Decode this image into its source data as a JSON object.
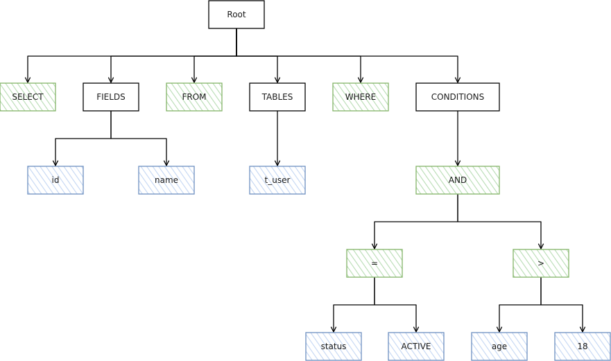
{
  "diagram": {
    "type": "tree",
    "nodes": [
      {
        "id": "root",
        "label": "Root",
        "style": "plain",
        "parent": null
      },
      {
        "id": "select",
        "label": "SELECT",
        "style": "keyword",
        "parent": "root"
      },
      {
        "id": "fields",
        "label": "FIELDS",
        "style": "plain",
        "parent": "root"
      },
      {
        "id": "from",
        "label": "FROM",
        "style": "keyword",
        "parent": "root"
      },
      {
        "id": "tables",
        "label": "TABLES",
        "style": "plain",
        "parent": "root"
      },
      {
        "id": "where",
        "label": "WHERE",
        "style": "keyword",
        "parent": "root"
      },
      {
        "id": "conditions",
        "label": "CONDITIONS",
        "style": "plain",
        "parent": "root"
      },
      {
        "id": "id",
        "label": "id",
        "style": "value",
        "parent": "fields"
      },
      {
        "id": "name",
        "label": "name",
        "style": "value",
        "parent": "fields"
      },
      {
        "id": "t_user",
        "label": "t_user",
        "style": "value",
        "parent": "tables"
      },
      {
        "id": "and",
        "label": "AND",
        "style": "keyword",
        "parent": "conditions"
      },
      {
        "id": "eq",
        "label": "=",
        "style": "keyword",
        "parent": "and"
      },
      {
        "id": "gt",
        "label": ">",
        "style": "keyword",
        "parent": "and"
      },
      {
        "id": "status",
        "label": "status",
        "style": "value",
        "parent": "eq"
      },
      {
        "id": "active",
        "label": "ACTIVE",
        "style": "value",
        "parent": "eq"
      },
      {
        "id": "age",
        "label": "age",
        "style": "value",
        "parent": "gt"
      },
      {
        "id": "n18",
        "label": "18",
        "style": "value",
        "parent": "gt"
      }
    ],
    "colors": {
      "plain_fill": "#ffffff",
      "plain_stroke": "#000000",
      "keyword_fill": "#d5e8d4",
      "keyword_stroke": "#82b366",
      "value_fill": "#dae8fc",
      "value_stroke": "#6c8ebf",
      "edge": "#000000"
    }
  }
}
